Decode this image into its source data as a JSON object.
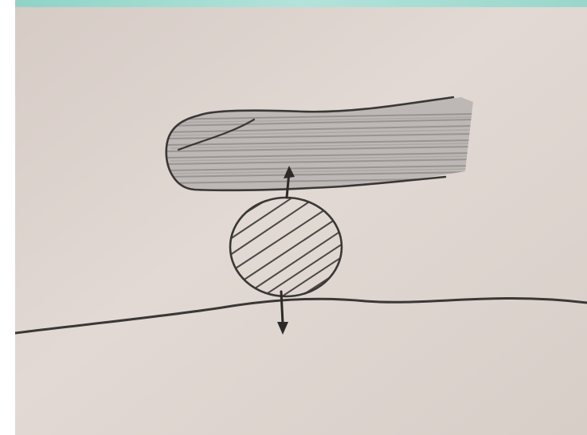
{
  "image": {
    "description_colors": {
      "paper": "#d9cfc9",
      "paper_highlight": "#e6ddd8",
      "pencil": "#3a3836",
      "finger_shade": "#a9a6a4",
      "top_strip": "#9fd9cf"
    },
    "icons": [
      "finger-drawing",
      "ball-drawing",
      "ground-line",
      "force-arrow-up",
      "force-arrow-down"
    ]
  }
}
